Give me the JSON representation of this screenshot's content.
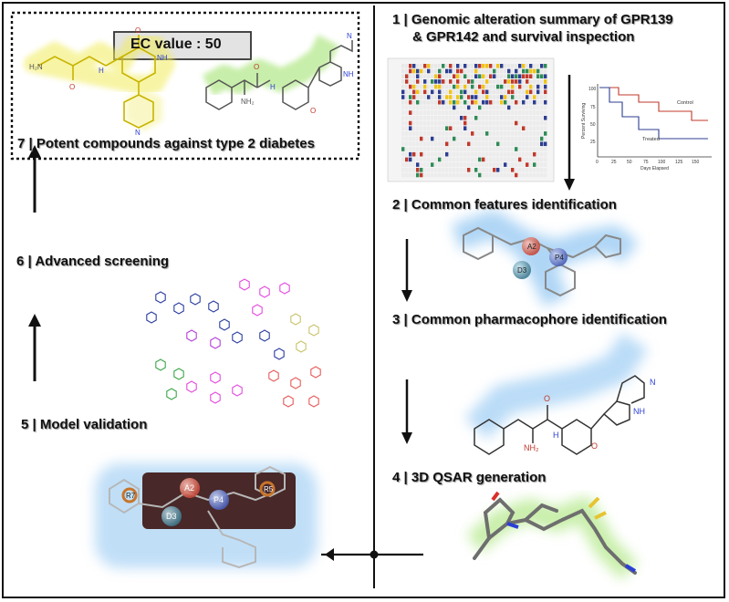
{
  "steps": {
    "s1_line1": "1 | Genomic alteration summary of GPR139",
    "s1_line2": "& GPR142 and survival inspection",
    "s2": "2 | Common features identification",
    "s3": "3 | Common pharmacophore  identification",
    "s4": "4 | 3D QSAR generation",
    "s5": "5 | Model validation",
    "s6": "6 | Advanced screening",
    "s7": "7 | Potent compounds against type 2 diabetes"
  },
  "ec_value": "EC value : 50",
  "survival_chart": {
    "ylabel": "Percent Surviving",
    "xlabel": "Days Elapsed",
    "yticks": [
      "100",
      "75",
      "50",
      "25"
    ],
    "xticks": [
      "0",
      "25",
      "50",
      "75",
      "100",
      "125",
      "150"
    ],
    "series": [
      {
        "name": "Control",
        "color": "#c0392b"
      },
      {
        "name": "Treated",
        "color": "#2c3e91"
      }
    ]
  },
  "pharmacophore": {
    "step2": [
      "A2",
      "P4",
      "D3"
    ],
    "step5": [
      "R7",
      "A2",
      "P4",
      "R5",
      "D3"
    ]
  },
  "chem": {
    "h2n": "H₂N",
    "nh": "NH",
    "nh2": "NH₂",
    "o": "O",
    "n": "N",
    "h": "H"
  },
  "colors": {
    "yellow_glow": "#f3ee6a",
    "green_glow": "#a8e66a",
    "blue_glow": "#8ec5f2",
    "red_atom": "#d9302a",
    "blue_atom": "#2b3fd6"
  }
}
